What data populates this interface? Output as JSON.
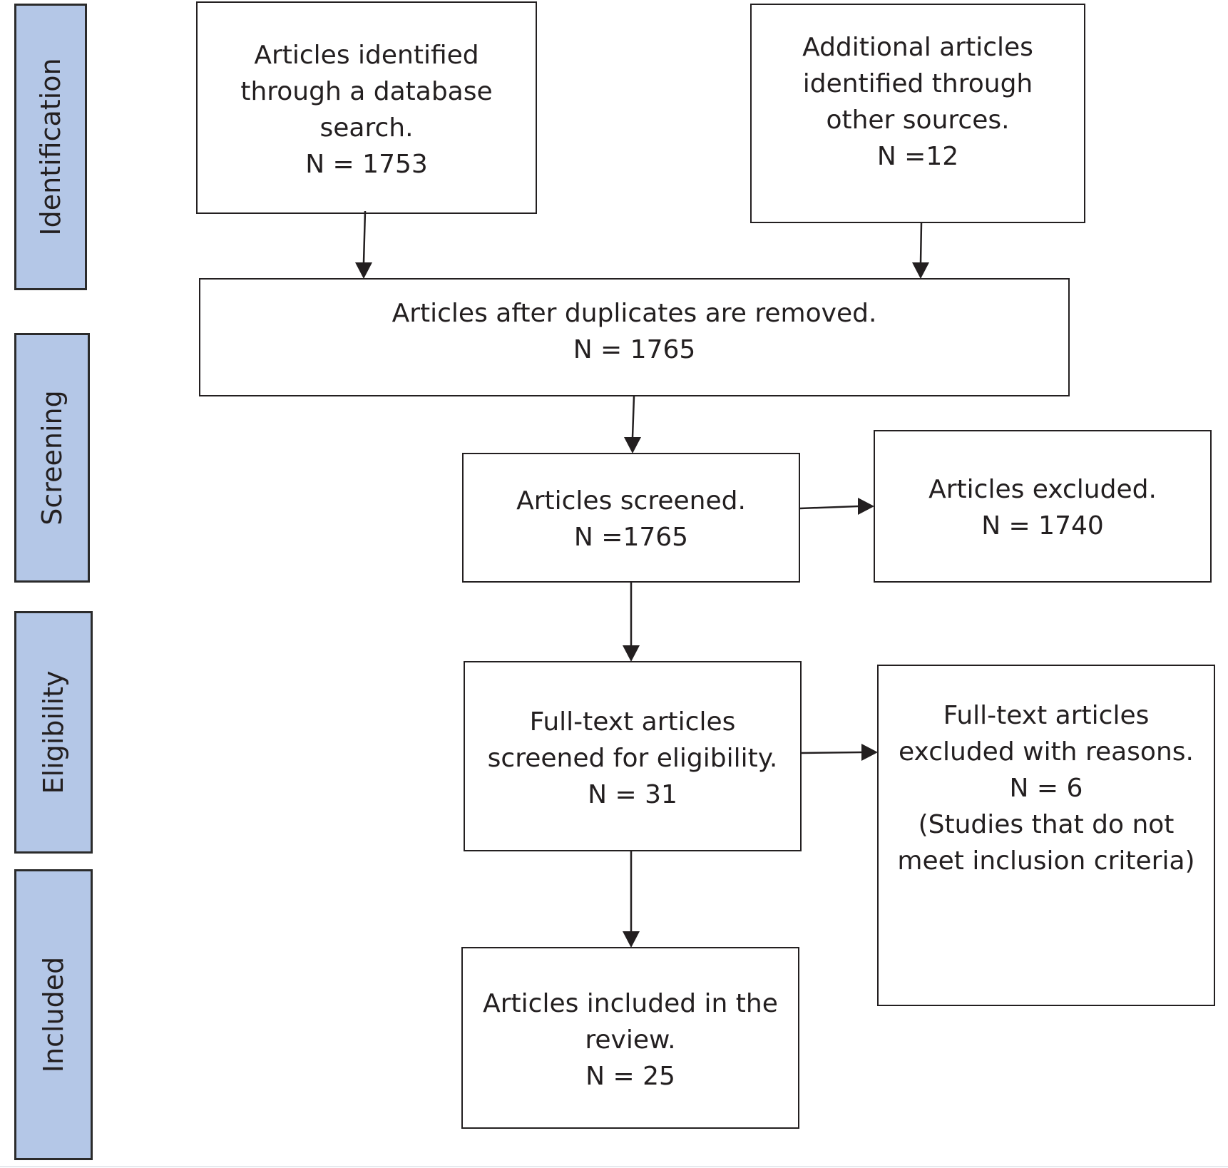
{
  "stages": {
    "identification": "Identification",
    "screening": "Screening",
    "eligibility": "Eligibility",
    "included": "Included"
  },
  "boxes": {
    "database": {
      "lines": [
        "Articles identified",
        "through a database",
        "search."
      ],
      "n": "N = 1753"
    },
    "other_sources": {
      "lines": [
        "Additional articles",
        "identified through",
        "other sources."
      ],
      "n": "N =12"
    },
    "duplicates_removed": {
      "lines": [
        "Articles after duplicates are removed."
      ],
      "n": "N = 1765"
    },
    "screened": {
      "lines": [
        "Articles screened."
      ],
      "n": "N =1765"
    },
    "excluded": {
      "lines": [
        "Articles excluded."
      ],
      "n": "N = 1740"
    },
    "full_text": {
      "lines": [
        "Full-text articles",
        "screened for eligibility."
      ],
      "n": "N = 31"
    },
    "full_text_excluded": {
      "lines": [
        "Full-text articles",
        "excluded with reasons."
      ],
      "n": "N = 6",
      "note": [
        "(Studies that do not",
        "meet inclusion criteria)"
      ]
    },
    "included": {
      "lines": [
        "Articles included in the",
        "review."
      ],
      "n": "N = 25"
    }
  },
  "colors": {
    "stage_fill": "#b4c7e7",
    "stroke": "#231f20"
  }
}
